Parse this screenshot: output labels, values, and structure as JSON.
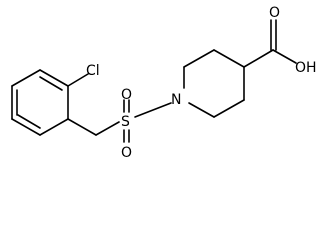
{
  "molecule": {
    "atoms": {
      "chlorine": "Cl",
      "sulfur": "S",
      "oxygen_upper": "O",
      "oxygen_lower": "O",
      "nitrogen": "N",
      "carbonyl_oxygen": "O",
      "hydroxyl": "OH"
    }
  }
}
